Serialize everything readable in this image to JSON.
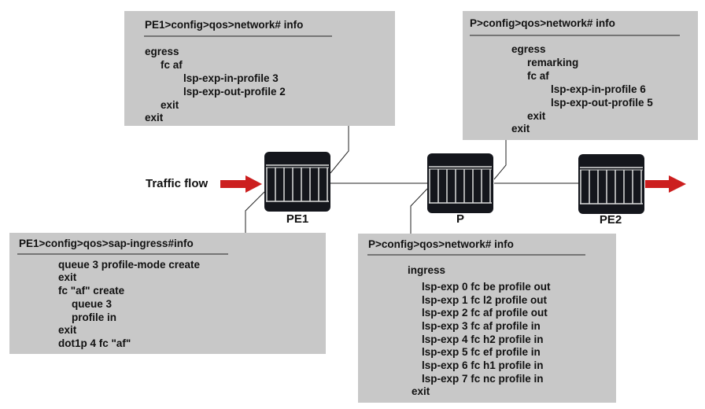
{
  "colors": {
    "box": "#c8c8c8",
    "arrow": "#cc1f1f",
    "router": "#14161c"
  },
  "traffic_label": "Traffic flow",
  "routers": [
    "PE1",
    "P",
    "PE2"
  ],
  "pe1_network": {
    "title": "PE1>config>qos>network# info",
    "lines": [
      "egress",
      "fc af",
      "lsp-exp-in-profile 3",
      "lsp-exp-out-profile 2",
      "exit",
      "exit"
    ]
  },
  "p_network_egress": {
    "title": "P>config>qos>network# info",
    "lines": [
      "egress",
      "remarking",
      "fc af",
      "lsp-exp-in-profile 6",
      "lsp-exp-out-profile 5",
      "exit",
      "exit"
    ]
  },
  "pe1_sap_ingress": {
    "title": "PE1>config>qos>sap-ingress#info",
    "lines": [
      "queue 3 profile-mode create",
      "exit",
      "fc \"af\" create",
      "queue 3",
      "profile in",
      "exit",
      "dot1p 4 fc \"af\""
    ]
  },
  "p_network_ingress": {
    "title": "P>config>qos>network# info",
    "lines": [
      "ingress",
      "lsp-exp 0 fc be profile out",
      "lsp-exp 1 fc l2 profile out",
      "lsp-exp 2 fc af profile out",
      "lsp-exp 3 fc af profile in",
      "lsp-exp 4 fc h2 profile in",
      "lsp-exp 5 fc ef profile in",
      "lsp-exp 6 fc h1 profile in",
      "lsp-exp 7 fc nc profile in",
      "exit"
    ]
  }
}
